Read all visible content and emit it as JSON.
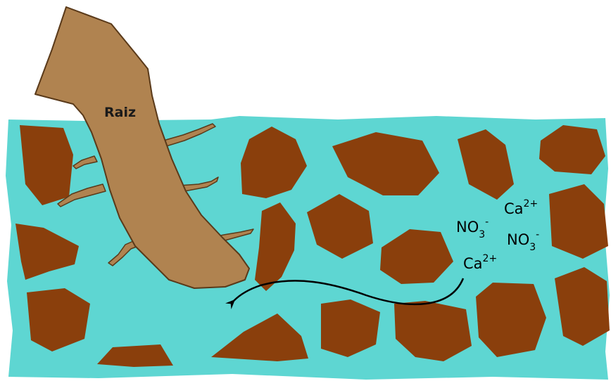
{
  "diagram": {
    "root_label": "Raiz",
    "ions": [
      {
        "base": "NO",
        "sub": "3",
        "sup": "-"
      },
      {
        "base": "Ca",
        "sub": "",
        "sup": "2+"
      },
      {
        "base": "NO",
        "sub": "3",
        "sup": "-"
      },
      {
        "base": "Ca",
        "sub": "",
        "sup": "2+"
      }
    ],
    "colors": {
      "water": "#5ed6d2",
      "soil_particle": "#8a3f0c",
      "root_fill": "#b08350",
      "root_stroke": "#5a3a1a",
      "arrow": "#000000"
    }
  }
}
